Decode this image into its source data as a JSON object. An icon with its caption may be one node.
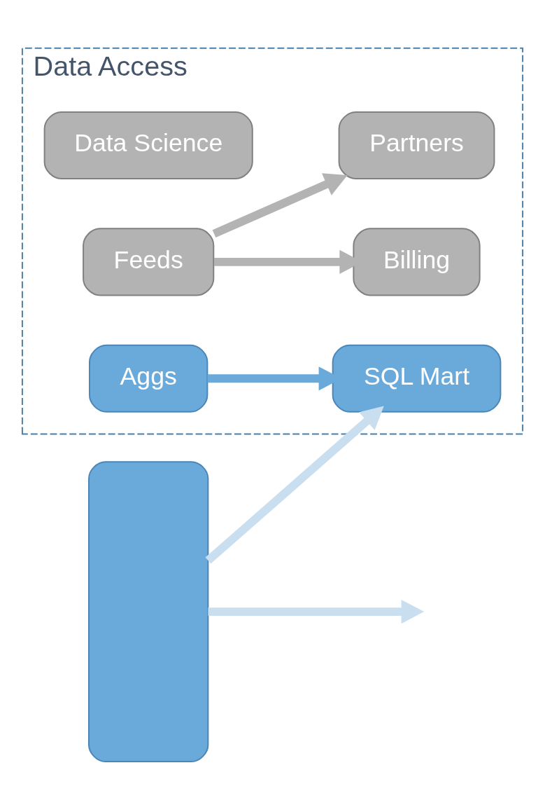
{
  "diagram": {
    "nodes": [
      {
        "text": [
          "Data Access"
        ]
      },
      {
        "text": [
          "Data Science"
        ],
        "in": 0
      },
      {
        "text": [
          "Aggs"
        ],
        "in": 0
      },
      {
        "text": [
          "SQL Mart"
        ],
        "in": 0
      },
      {
        "text": [
          "Feeds"
        ],
        "in": 0
      },
      {
        "text": [
          "Billing"
        ],
        "in": 0
      },
      {
        "text": [
          "Partners"
        ],
        "in": 0
      },
      {
        "text": [],
        "shape": "box"
      }
    ],
    "edges": [
      {
        "from": 7,
        "to": null,
        "arrow": "to",
        "color": "#c9dff0"
      },
      {
        "from": 7,
        "to": 3,
        "arrow": "to",
        "color": "#c9dff0"
      },
      {
        "from": 2,
        "to": 3,
        "arrow": "to",
        "color": "#6aaadb"
      },
      {
        "from": 4,
        "to": 5,
        "arrow": "to",
        "color": "#b3b3b3"
      },
      {
        "from": 4,
        "to": 6,
        "arrow": "to",
        "color": "#b3b3b3"
      }
    ]
  }
}
